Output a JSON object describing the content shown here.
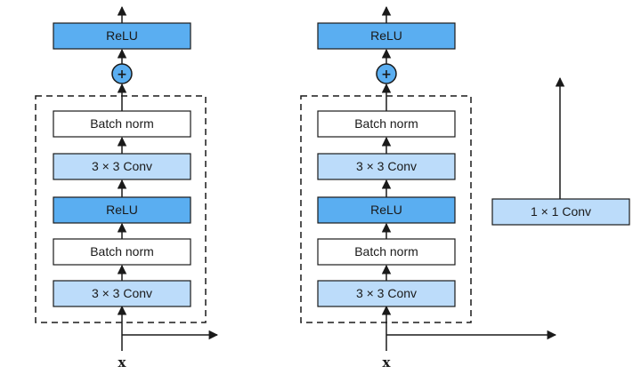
{
  "colors": {
    "relu_fill": "#5aaef1",
    "conv_fill": "#bcdcfa",
    "norm_fill": "#ffffff",
    "plus_fill": "#5aaef1",
    "stroke": "#1a1a1a"
  },
  "left_block": {
    "top_relu": "ReLU",
    "add_symbol": "+",
    "layers": [
      "Batch norm",
      "3 × 3 Conv",
      "ReLU",
      "Batch norm",
      "3 × 3 Conv"
    ],
    "input_label": "x"
  },
  "right_block": {
    "top_relu": "ReLU",
    "add_symbol": "+",
    "layers": [
      "Batch norm",
      "3 × 3 Conv",
      "ReLU",
      "Batch norm",
      "3 × 3 Conv"
    ],
    "shortcut_conv": "1 × 1 Conv",
    "input_label": "x"
  }
}
